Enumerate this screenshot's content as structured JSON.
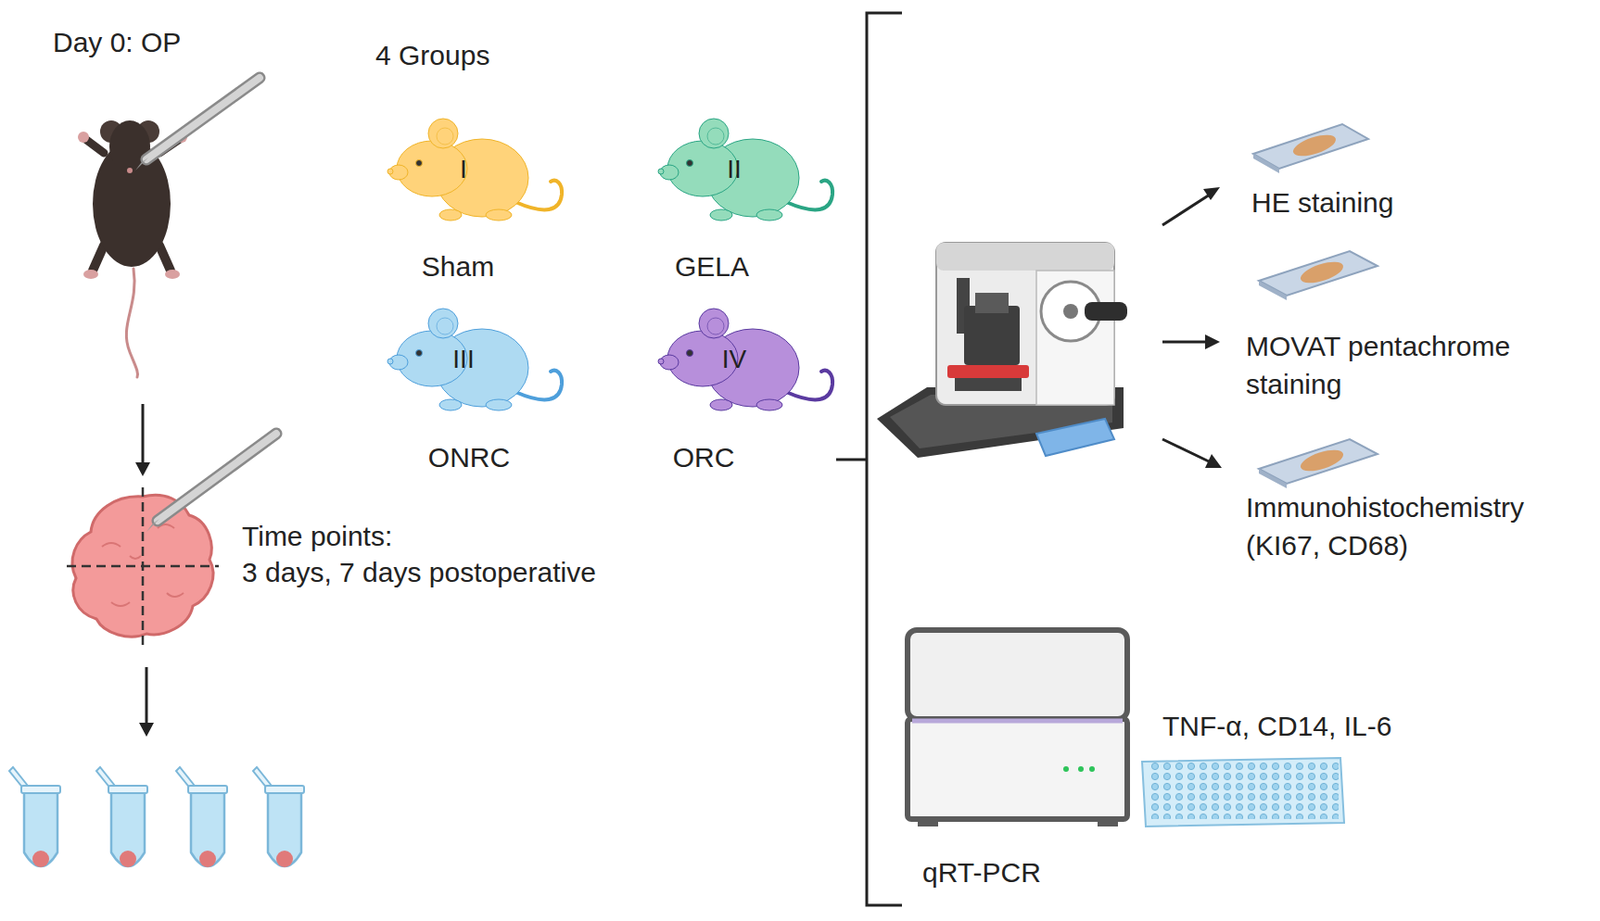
{
  "diagram": {
    "nodes": [
      {
        "text": [
          "Day 0: OP"
        ]
      },
      {
        "text": [
          "Time points:",
          "3 days, 7 days postoperative"
        ]
      },
      {
        "text": [
          "I",
          "Sham"
        ]
      },
      {
        "text": [
          "II",
          "GELA"
        ]
      },
      {
        "text": [
          "III",
          "ONRC"
        ]
      },
      {
        "text": [
          "IV",
          "ORC"
        ]
      },
      {
        "text": [
          "HE staining"
        ]
      },
      {
        "text": [
          "MOVAT pentachrome staining"
        ]
      },
      {
        "text": [
          "Immunohistochemistry (KI67, CD68)"
        ]
      },
      {
        "text": [
          "qRT-PCR"
        ]
      }
    ],
    "edges": [
      {
        "from": 0,
        "to": 1,
        "arrow": "to"
      }
    ],
    "labels": [
      "4 Groups",
      "TNF-α, CD14, IL-6"
    ]
  }
}
